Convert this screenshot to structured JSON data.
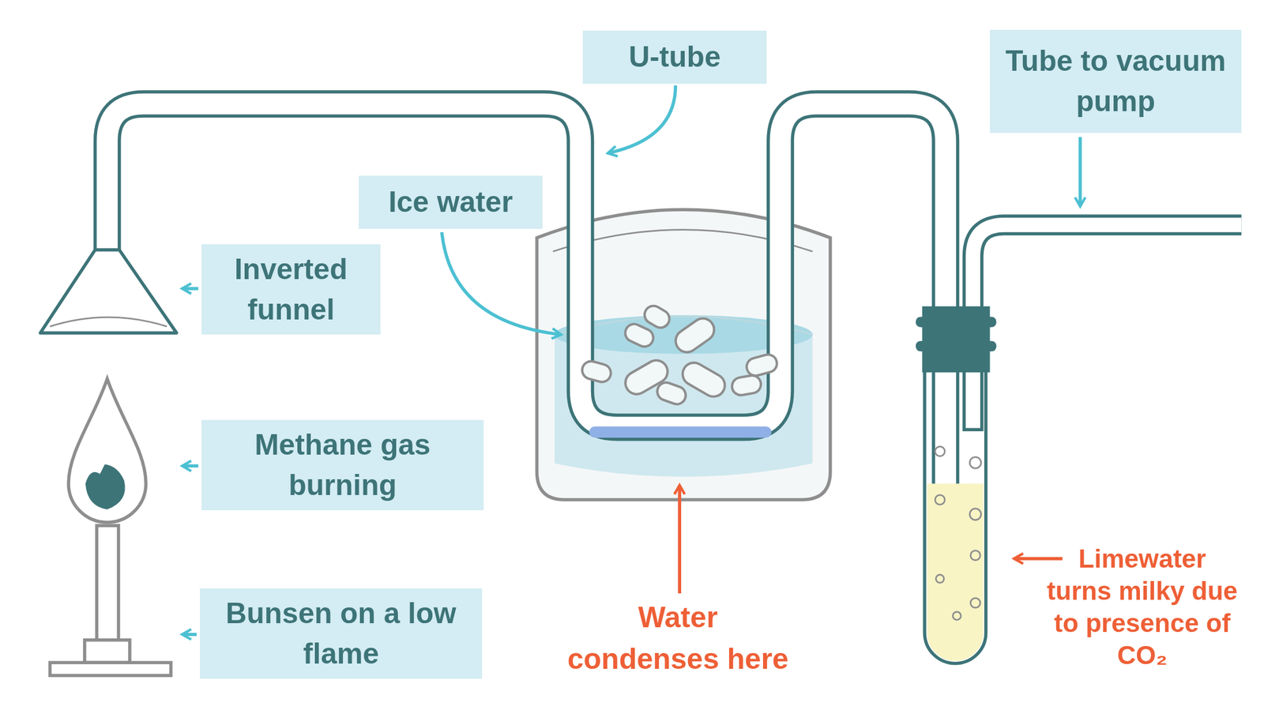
{
  "diagram": {
    "nodes": [
      {
        "text": [
          "U-tube"
        ]
      },
      {
        "text": [
          "Tube to vacuum pump"
        ]
      },
      {
        "text": [
          "Ice water"
        ]
      },
      {
        "text": [
          "Inverted funnel"
        ]
      },
      {
        "text": [
          "Methane gas burning"
        ]
      },
      {
        "text": [
          "Bunsen on a low flame"
        ]
      }
    ],
    "labels": [
      "Water condenses here",
      "Limewater turns milky due to presence of CO₂"
    ]
  }
}
